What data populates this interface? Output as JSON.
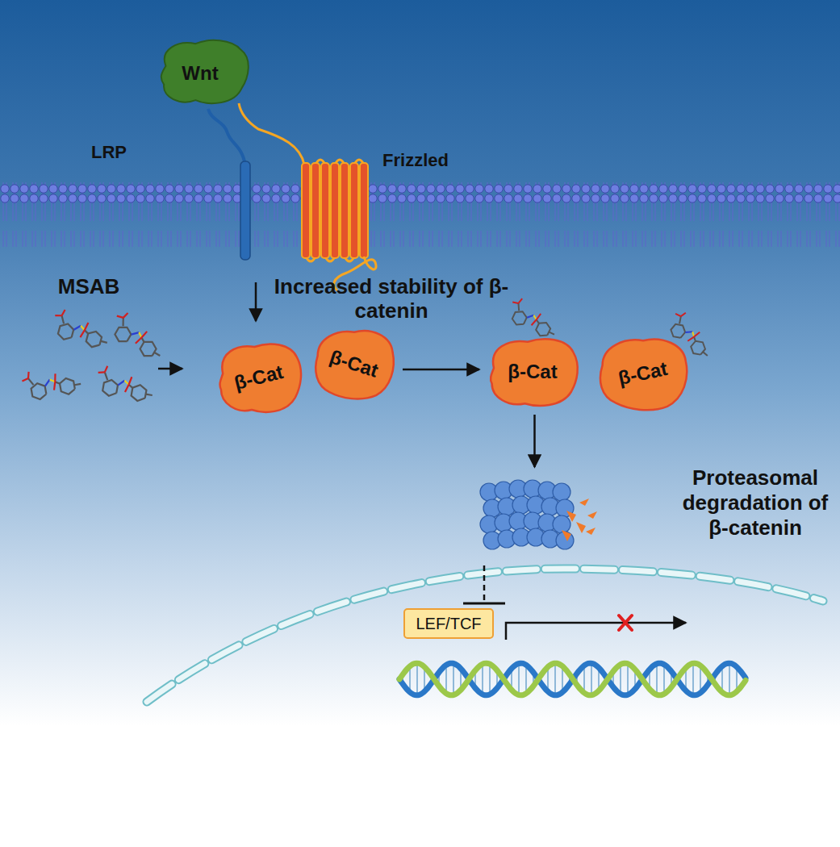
{
  "diagram": {
    "nodes": [
      {
        "text": [
          "Wnt"
        ]
      },
      {
        "text": [
          "β-Cat"
        ]
      },
      {
        "text": [
          "β-Cat"
        ]
      },
      {
        "text": [
          "β-Cat"
        ]
      },
      {
        "text": [
          "β-Cat"
        ]
      },
      {
        "text": [
          "Proteasomal degradation of β-catenin"
        ]
      },
      {
        "text": [
          "LEF/TCF"
        ]
      }
    ],
    "edges": [
      {
        "from": 2,
        "to": 3,
        "arrow": "to"
      },
      {
        "from": 3,
        "to": 5,
        "arrow": "to"
      },
      {
        "from": 5,
        "to": 6,
        "arrow": "to"
      }
    ],
    "labels": [
      "LRP",
      "Frizzled",
      "MSAB",
      "Increased stability of β-catenin"
    ]
  }
}
